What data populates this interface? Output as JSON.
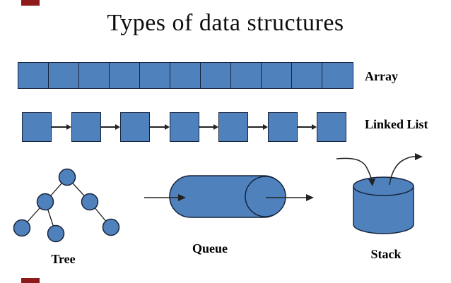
{
  "title": "Types of data structures",
  "colors": {
    "shape_fill": "#4f81bd",
    "shape_outline": "#16233c",
    "connector": "#222222",
    "red_mark": "#8e1b1b",
    "text": "#000000"
  },
  "array": {
    "label": "Array",
    "cell_count": 11
  },
  "linked_list": {
    "label": "Linked List",
    "node_count": 7
  },
  "tree": {
    "label": "Tree",
    "node_count": 6,
    "edge_count": 5
  },
  "queue": {
    "label": "Queue"
  },
  "stack": {
    "label": "Stack"
  }
}
